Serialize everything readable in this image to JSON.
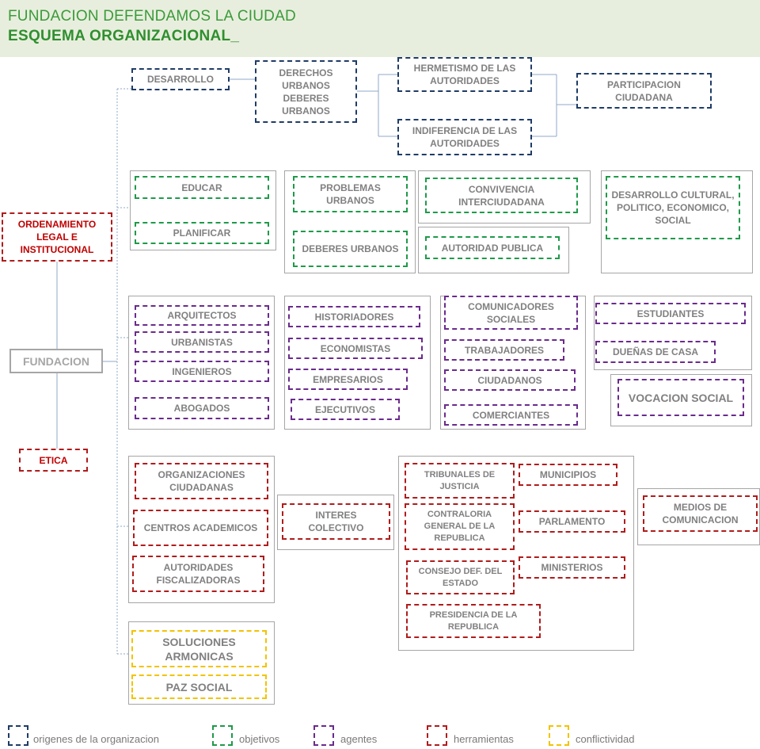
{
  "header": {
    "title": "FUNDACION DEFENDAMOS LA CIUDAD",
    "subtitle": "ESQUEMA ORGANIZACIONAL_"
  },
  "colors": {
    "origenes": "#1f3c66",
    "objetivos": "#1f9a4a",
    "agentes": "#6a2b8c",
    "herramientas": "#b01c1c",
    "conflictividad": "#f2c300",
    "connector": "#8fa9c8"
  },
  "left": {
    "ordenamiento": "ORDENAMIENTO LEGAL E INSTITUCIONAL",
    "fundacion": "FUNDACION",
    "etica": "ETICA"
  },
  "origenes": {
    "desarrollo": "DESARROLLO",
    "derechos": "DERECHOS URBANOS DEBERES URBANOS",
    "hermetismo": "HERMETISMO DE LAS AUTORIDADES",
    "indiferencia": "INDIFERENCIA DE LAS AUTORIDADES",
    "participacion": "PARTICIPACION CIUDADANA"
  },
  "objetivos": {
    "educar": "EDUCAR",
    "planificar": "PLANIFICAR",
    "problemas": "PROBLEMAS URBANOS",
    "deberes": "DEBERES URBANOS",
    "convivencia": "CONVIVENCIA INTERCIUDADANA",
    "autoridad": "AUTORIDAD PUBLICA",
    "desarrollo_cultural": "DESARROLLO CULTURAL, POLITICO, ECONOMICO, SOCIAL"
  },
  "agentes": {
    "arquitectos": "ARQUITECTOS",
    "urbanistas": "URBANISTAS",
    "ingenieros": "INGENIEROS",
    "abogados": "ABOGADOS",
    "historiadores": "HISTORIADORES",
    "economistas": "ECONOMISTAS",
    "empresarios": "EMPRESARIOS",
    "ejecutivos": "EJECUTIVOS",
    "comunicadores": "COMUNICADORES SOCIALES",
    "trabajadores": "TRABAJADORES",
    "ciudadanos": "CIUDADANOS",
    "comerciantes": "COMERCIANTES",
    "estudiantes": "ESTUDIANTES",
    "duenas": "DUEÑAS DE CASA",
    "vocacion": "VOCACION SOCIAL"
  },
  "herramientas": {
    "organizaciones": "ORGANIZACIONES CIUDADANAS",
    "centros": "CENTROS ACADEMICOS",
    "autoridades": "AUTORIDADES FISCALIZADORAS",
    "interes": "INTERES COLECTIVO",
    "tribunales": "TRIBUNALES DE JUSTICIA",
    "municipios": "MUNICIPIOS",
    "contraloria": "CONTRALORIA GENERAL DE LA REPUBLICA",
    "parlamento": "PARLAMENTO",
    "consejo": "CONSEJO DEF. DEL ESTADO",
    "ministerios": "MINISTERIOS",
    "presidencia": "PRESIDENCIA DE LA REPUBLICA",
    "medios": "MEDIOS DE COMUNICACION"
  },
  "conflictividad": {
    "soluciones": "SOLUCIONES ARMONICAS",
    "paz": "PAZ SOCIAL"
  },
  "legend": {
    "origenes": "origenes de la organizacion",
    "objetivos": "objetivos",
    "agentes": "agentes",
    "herramientas": "herramientas",
    "conflictividad": "conflictividad"
  }
}
